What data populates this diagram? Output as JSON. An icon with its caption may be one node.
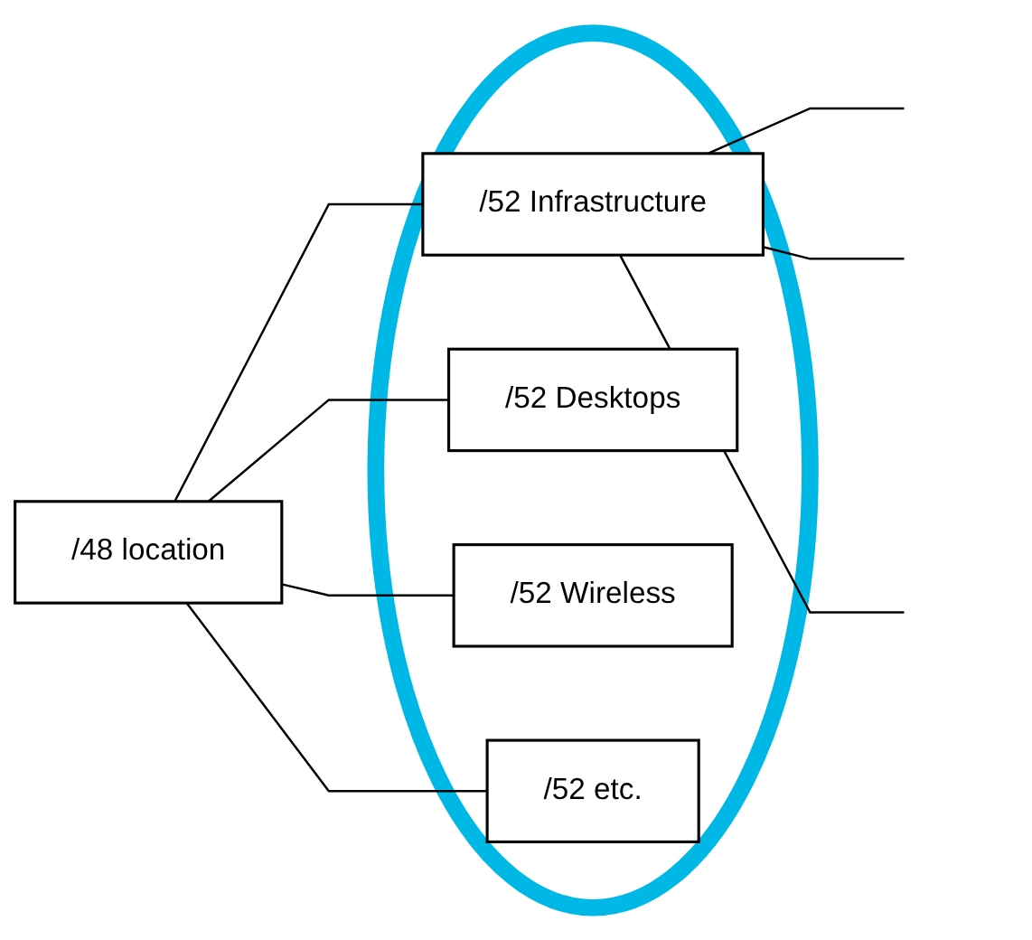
{
  "diagram": {
    "nodes": [
      {
        "text": [
          "/48 location"
        ]
      },
      {
        "text": [],
        "shape": "ellipse"
      },
      {
        "text": [
          "/52 Infrastructure"
        ],
        "in": 1
      },
      {
        "text": [
          "/52 Desktops"
        ],
        "in": 1
      },
      {
        "text": [
          "/52 Wireless"
        ],
        "in": 1
      },
      {
        "text": [
          "/52 etc."
        ],
        "in": 1
      }
    ],
    "edges": [
      {
        "from": 0,
        "to": 2,
        "arrow": "none"
      },
      {
        "from": 0,
        "to": 3,
        "arrow": "none"
      },
      {
        "from": 0,
        "to": 4,
        "arrow": "none"
      },
      {
        "from": 0,
        "to": 5,
        "arrow": "none"
      },
      {
        "from": 2,
        "to": null,
        "arrow": "none"
      },
      {
        "from": 2,
        "to": null,
        "arrow": "none"
      },
      {
        "from": 2,
        "to": null,
        "arrow": "none"
      }
    ]
  }
}
